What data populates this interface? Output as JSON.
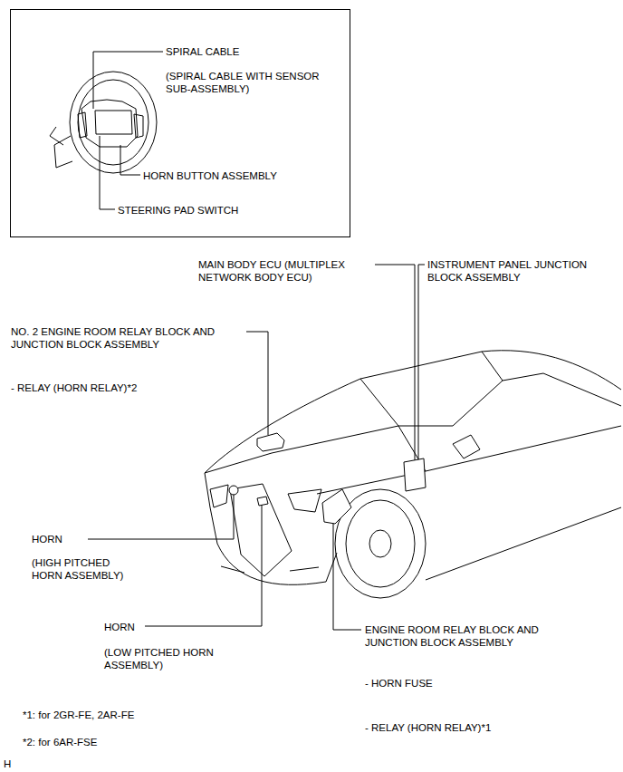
{
  "diagram": {
    "nodes": [
      {
        "text": [
          "SPIRAL CABLE",
          "(SPIRAL CABLE WITH SENSOR SUB-ASSEMBLY)",
          "HORN BUTTON ASSEMBLY",
          "STEERING PAD SWITCH"
        ]
      }
    ],
    "labels": [
      "MAIN BODY ECU (MULTIPLEX NETWORK BODY ECU)",
      "INSTRUMENT PANEL JUNCTION BLOCK ASSEMBLY",
      "NO. 2 ENGINE ROOM RELAY BLOCK AND JUNCTION BLOCK ASSEMBLY",
      "- RELAY (HORN RELAY)*2",
      "HORN",
      "(HIGH PITCHED HORN ASSEMBLY)",
      "HORN",
      "(LOW PITCHED HORN ASSEMBLY)",
      "ENGINE ROOM RELAY BLOCK AND JUNCTION BLOCK ASSEMBLY",
      "- HORN FUSE",
      "- RELAY (HORN RELAY)*1",
      "*1: for 2GR-FE, 2AR-FE",
      "*2: for 6AR-FSE",
      "H"
    ]
  }
}
